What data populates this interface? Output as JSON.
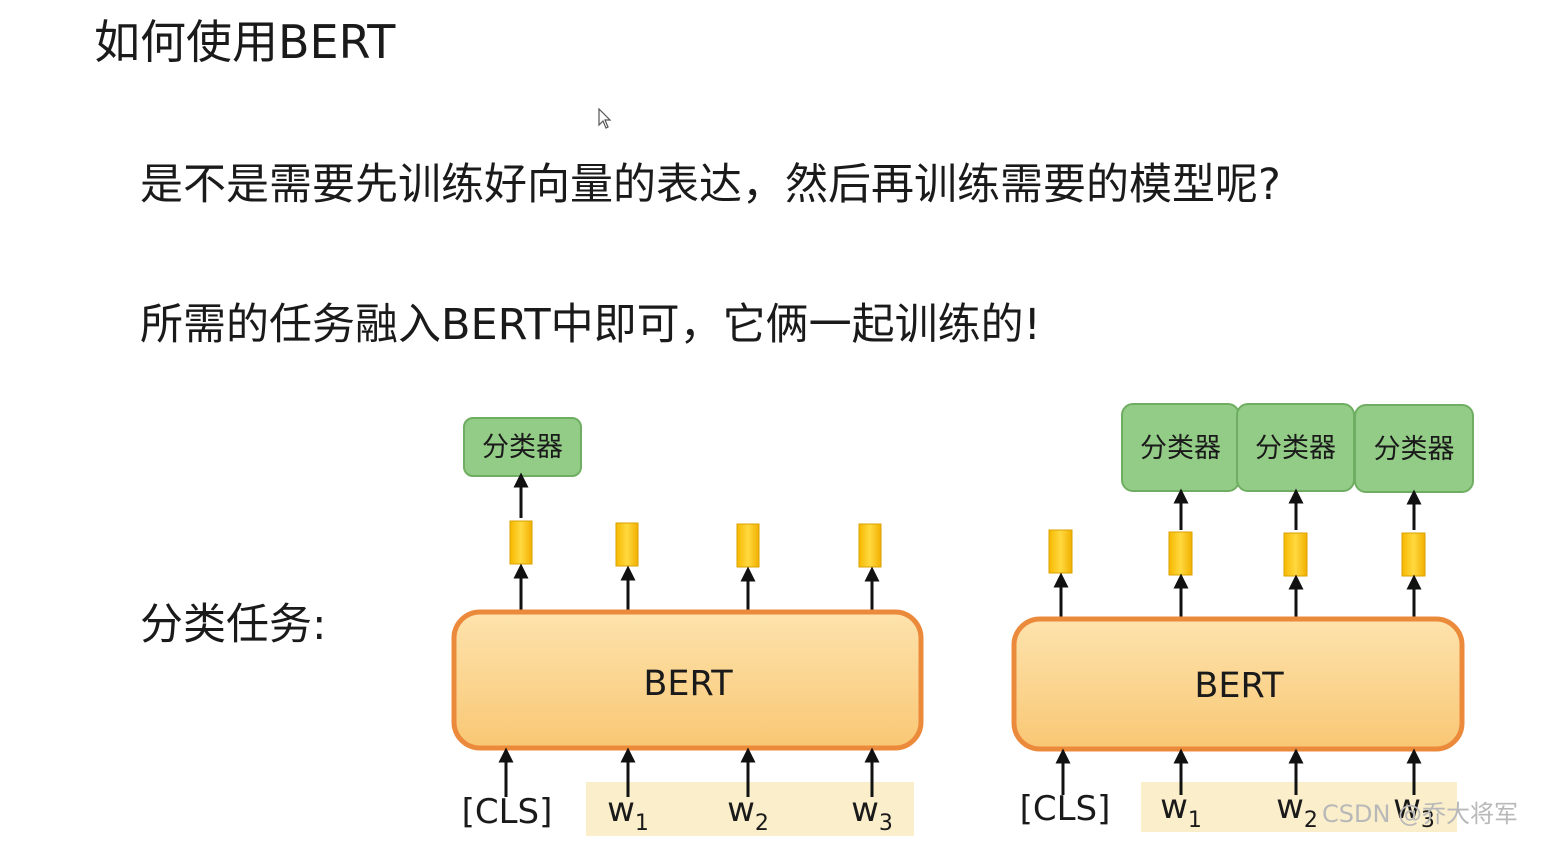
{
  "slide": {
    "title": "如何使用BERT",
    "question": "是不是需要先训练好向量的表达，然后再训练需要的模型呢?",
    "answer": "所需的任务融入BERT中即可，它俩一起训练的!",
    "side_label": "分类任务:"
  },
  "diagram_left": {
    "encoder_label": "BERT",
    "classifier_label": "分类器",
    "inputs": [
      {
        "base": "[CLS]",
        "sub": ""
      },
      {
        "base": "w",
        "sub": "1"
      },
      {
        "base": "w",
        "sub": "2"
      },
      {
        "base": "w",
        "sub": "3"
      }
    ]
  },
  "diagram_right": {
    "encoder_label": "BERT",
    "classifier_labels": [
      "分类器",
      "分类器",
      "分类器"
    ],
    "inputs": [
      {
        "base": "[CLS]",
        "sub": ""
      },
      {
        "base": "w",
        "sub": "1"
      },
      {
        "base": "w",
        "sub": "2"
      },
      {
        "base": "w",
        "sub": "3"
      }
    ]
  },
  "watermark": "CSDN @乔大将军",
  "colors": {
    "bert_fill": "#fbd48c",
    "bert_stroke": "#ec8a3c",
    "classifier_fill": "#93cc86",
    "classifier_stroke": "#6fae62",
    "vector_fill": "#f5c200",
    "input_highlight": "#fbeecb"
  }
}
